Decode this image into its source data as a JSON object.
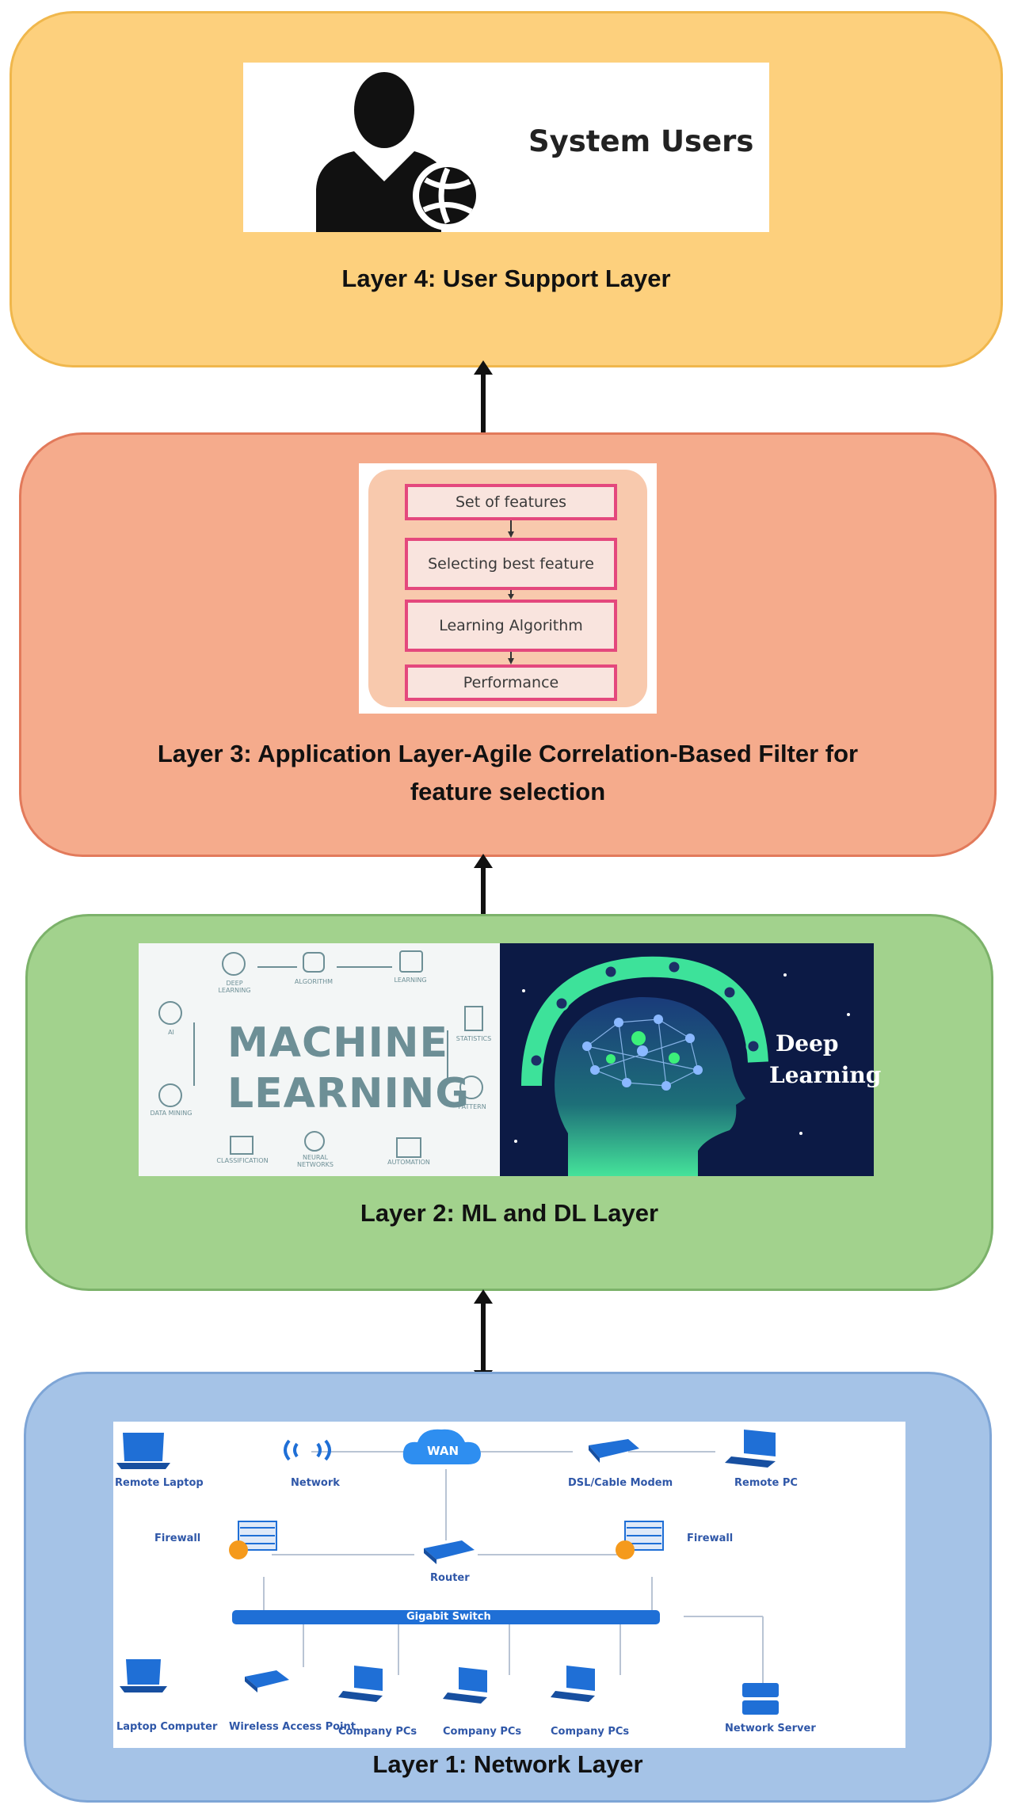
{
  "layers": [
    {
      "id": "layer-4",
      "title": "Layer 4: User Support Layer",
      "fill": "#fdd07d",
      "border": "#f0b74c",
      "panel": {
        "label": "System Users"
      }
    },
    {
      "id": "layer-3",
      "title_line1": "Layer 3: Application Layer-Agile Correlation-Based Filter for",
      "title_line2": "feature selection",
      "fill": "#f5ab8c",
      "border": "#e27a5b",
      "flow": [
        "Set of features",
        "Selecting best feature",
        "Learning Algorithm",
        "Performance"
      ]
    },
    {
      "id": "layer-2",
      "title": "Layer 2: ML and DL Layer",
      "fill": "#a2d28d",
      "border": "#7cb26a",
      "ml_panel": {
        "line1": "MACHINE",
        "line2": "LEARNING",
        "topics": [
          "DEEP LEARNING",
          "ALGORITHM",
          "LEARNING",
          "AI",
          "STATISTICS",
          "DATA MINING",
          "PATTERN",
          "CLASSIFICATION",
          "NEURAL NETWORKS",
          "AUTOMATION"
        ]
      },
      "dl_panel": {
        "line1": "Deep",
        "line2": "Learning"
      }
    },
    {
      "id": "layer-1",
      "title": "Layer 1: Network Layer",
      "fill": "#a5c3e7",
      "border": "#7ea5d6",
      "network": {
        "cloud": "WAN",
        "switch": "Gigabit Switch",
        "top_row": [
          "Remote Laptop",
          "Network",
          "DSL/Cable Modem",
          "Remote PC"
        ],
        "middle_row": [
          "Firewall",
          "Router",
          "Firewall"
        ],
        "bottom_row": [
          "Laptop Computer",
          "Wireless Access Point",
          "Company PCs",
          "Company PCs",
          "Company PCs",
          "Network Server"
        ]
      }
    }
  ],
  "colors": {
    "arrow": "#111111",
    "network_blue": "#1f6fd6",
    "flow_border": "#e4487d"
  }
}
